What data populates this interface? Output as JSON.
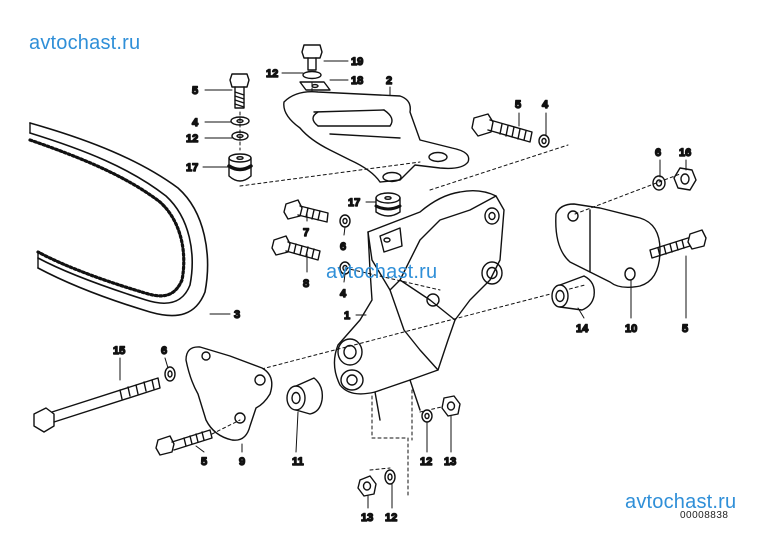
{
  "watermark": {
    "text": "avtochast.ru",
    "color": "#2f8fd8"
  },
  "drawing_number": "00008838",
  "colors": {
    "line": "#111111",
    "background": "#ffffff"
  },
  "callouts": [
    {
      "id": "c-5-top",
      "label": "5"
    },
    {
      "id": "c-4-top",
      "label": "4"
    },
    {
      "id": "c-12-top",
      "label": "12"
    },
    {
      "id": "c-17-top",
      "label": "17"
    },
    {
      "id": "c-12-bolt",
      "label": "12"
    },
    {
      "id": "c-19",
      "label": "19"
    },
    {
      "id": "c-18",
      "label": "18"
    },
    {
      "id": "c-2",
      "label": "2"
    },
    {
      "id": "c-5-right",
      "label": "5"
    },
    {
      "id": "c-4-right",
      "label": "4"
    },
    {
      "id": "c-6-right",
      "label": "6"
    },
    {
      "id": "c-16",
      "label": "16"
    },
    {
      "id": "c-17-mid",
      "label": "17"
    },
    {
      "id": "c-7",
      "label": "7"
    },
    {
      "id": "c-6-mid",
      "label": "6"
    },
    {
      "id": "c-8",
      "label": "8"
    },
    {
      "id": "c-4-mid",
      "label": "4"
    },
    {
      "id": "c-3",
      "label": "3"
    },
    {
      "id": "c-1",
      "label": "1"
    },
    {
      "id": "c-14",
      "label": "14"
    },
    {
      "id": "c-10",
      "label": "10"
    },
    {
      "id": "c-5-far",
      "label": "5"
    },
    {
      "id": "c-15",
      "label": "15"
    },
    {
      "id": "c-6-left",
      "label": "6"
    },
    {
      "id": "c-5-bottom",
      "label": "5"
    },
    {
      "id": "c-9",
      "label": "9"
    },
    {
      "id": "c-11",
      "label": "11"
    },
    {
      "id": "c-12-bottom",
      "label": "12"
    },
    {
      "id": "c-13-bottom",
      "label": "13"
    },
    {
      "id": "c-13-low",
      "label": "13"
    },
    {
      "id": "c-12-low",
      "label": "12"
    }
  ]
}
